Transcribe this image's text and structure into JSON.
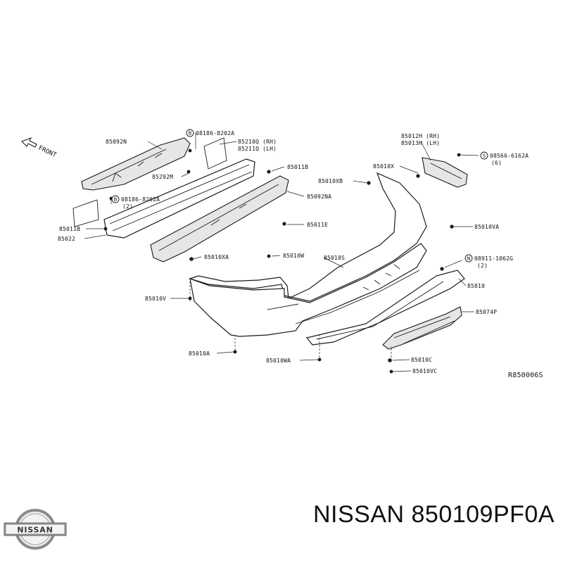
{
  "diagram": {
    "front_label": "FRONT",
    "ref_code": "R850006S",
    "labels": {
      "l85092N": "85092N",
      "l08186_top": "08186-8202A",
      "l08186_top_circle": "B",
      "l85210Q": "85210Q (RH)",
      "l85211Q": "85211Q (LH)",
      "l85292M": "85292M",
      "l08186_mid": "08186-8202A",
      "l08186_mid_circle": "B",
      "l08186_mid_qty": "(2)",
      "l85011B": "85011B",
      "l85022": "85022",
      "l85011BB": "85011B",
      "l85092NA": "85092NA",
      "l85011E": "85011E",
      "l85010XA": "85010XA",
      "l85010W": "85010W",
      "l85010S": "85010S",
      "l85010V": "85010V",
      "l85010A": "85010A",
      "l85010WA": "85010WA",
      "l85012H": "85012H (RH)",
      "l85013H": "85013H (LH)",
      "l08566": "08566-6162A",
      "l08566_circle": "S",
      "l08566_qty": "(6)",
      "l85010X": "85010X",
      "l85010XB": "85010XB",
      "l85010VA": "85010VA",
      "l08911": "08911-1062G",
      "l08911_circle": "N",
      "l08911_qty": "(2)",
      "l85810": "85810",
      "l85074P": "85074P",
      "l85010C": "85010C",
      "l85010VC": "85010VC"
    }
  },
  "brand": {
    "logo_text": "NISSAN",
    "part_title": "NISSAN 850109PF0A"
  }
}
